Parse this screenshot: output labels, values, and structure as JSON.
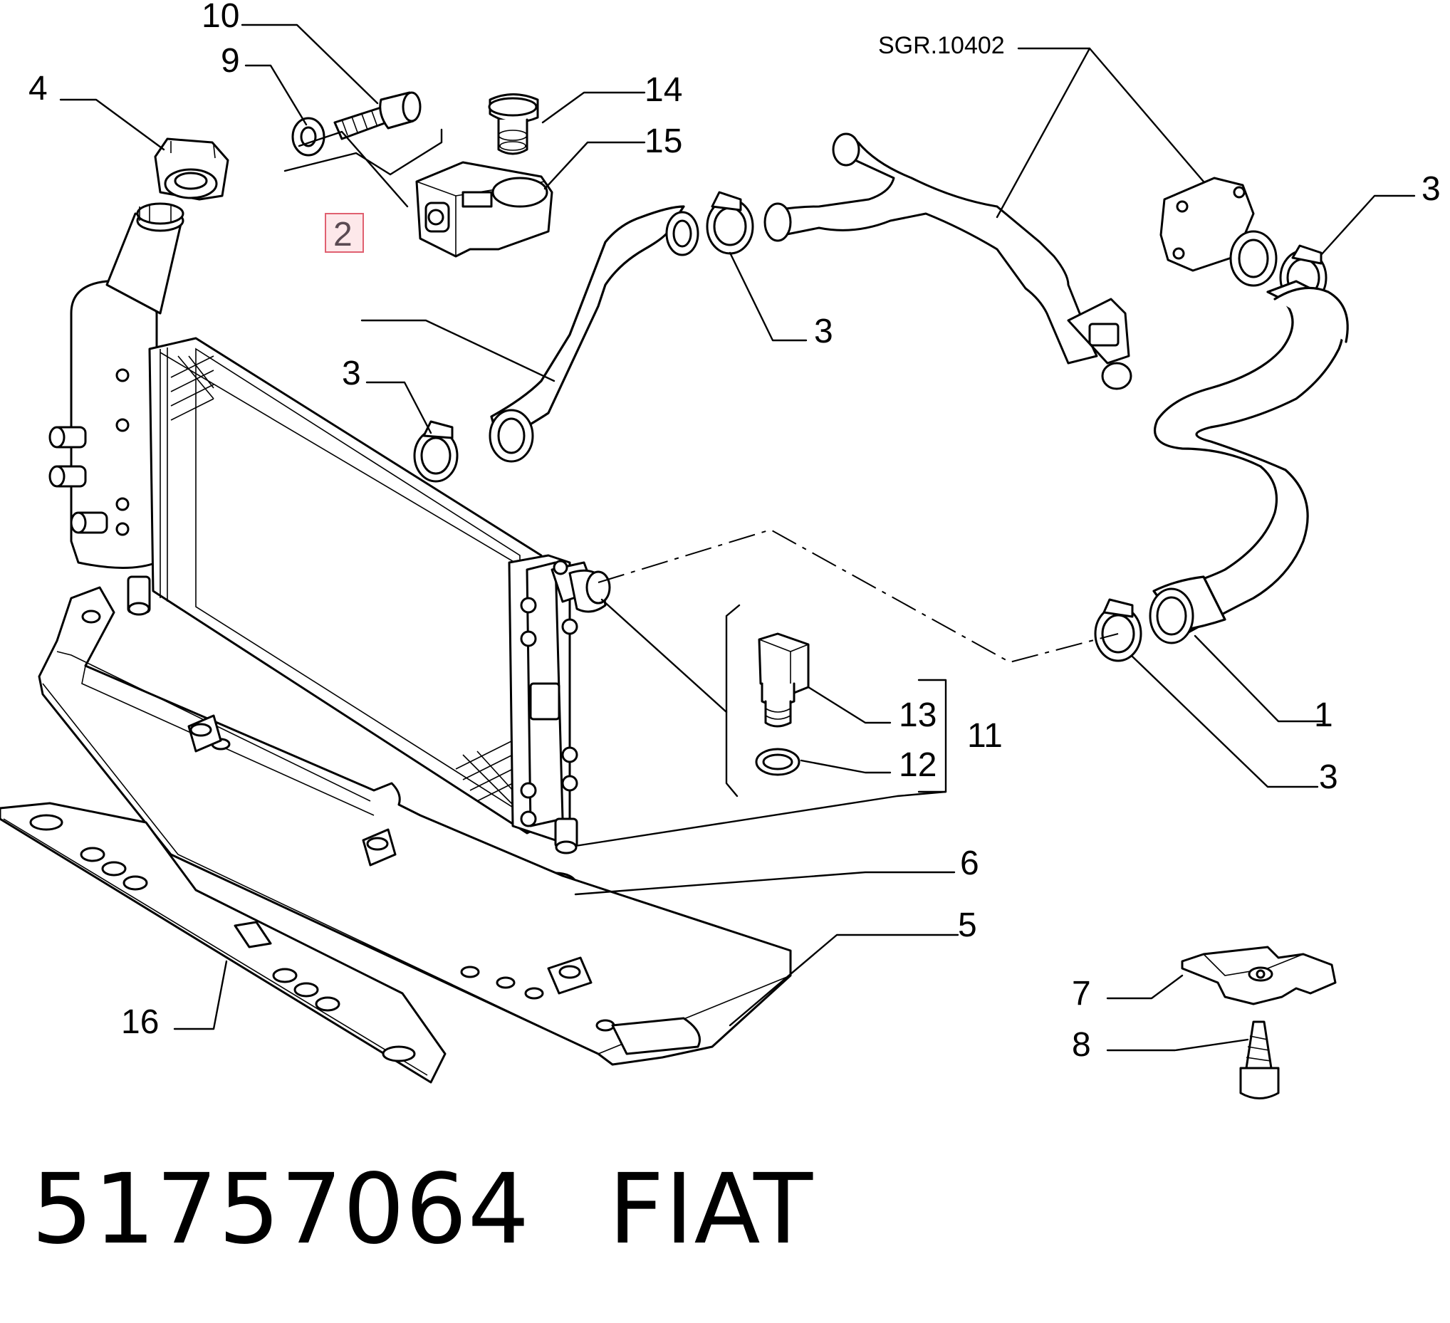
{
  "diagram": {
    "reference_label": "SGR.10402",
    "callouts": {
      "c1": "1",
      "c2": "2",
      "c3": "3",
      "c4": "4",
      "c5": "5",
      "c6": "6",
      "c7": "7",
      "c8": "8",
      "c9": "9",
      "c10": "10",
      "c11": "11",
      "c12": "12",
      "c13": "13",
      "c14": "14",
      "c15": "15",
      "c16": "16"
    },
    "highlight": {
      "callout": "2",
      "border_color": "#e06070",
      "fill_color": "#fde8ea"
    }
  },
  "footer": {
    "part_number": "51757064",
    "brand": "FIAT"
  }
}
